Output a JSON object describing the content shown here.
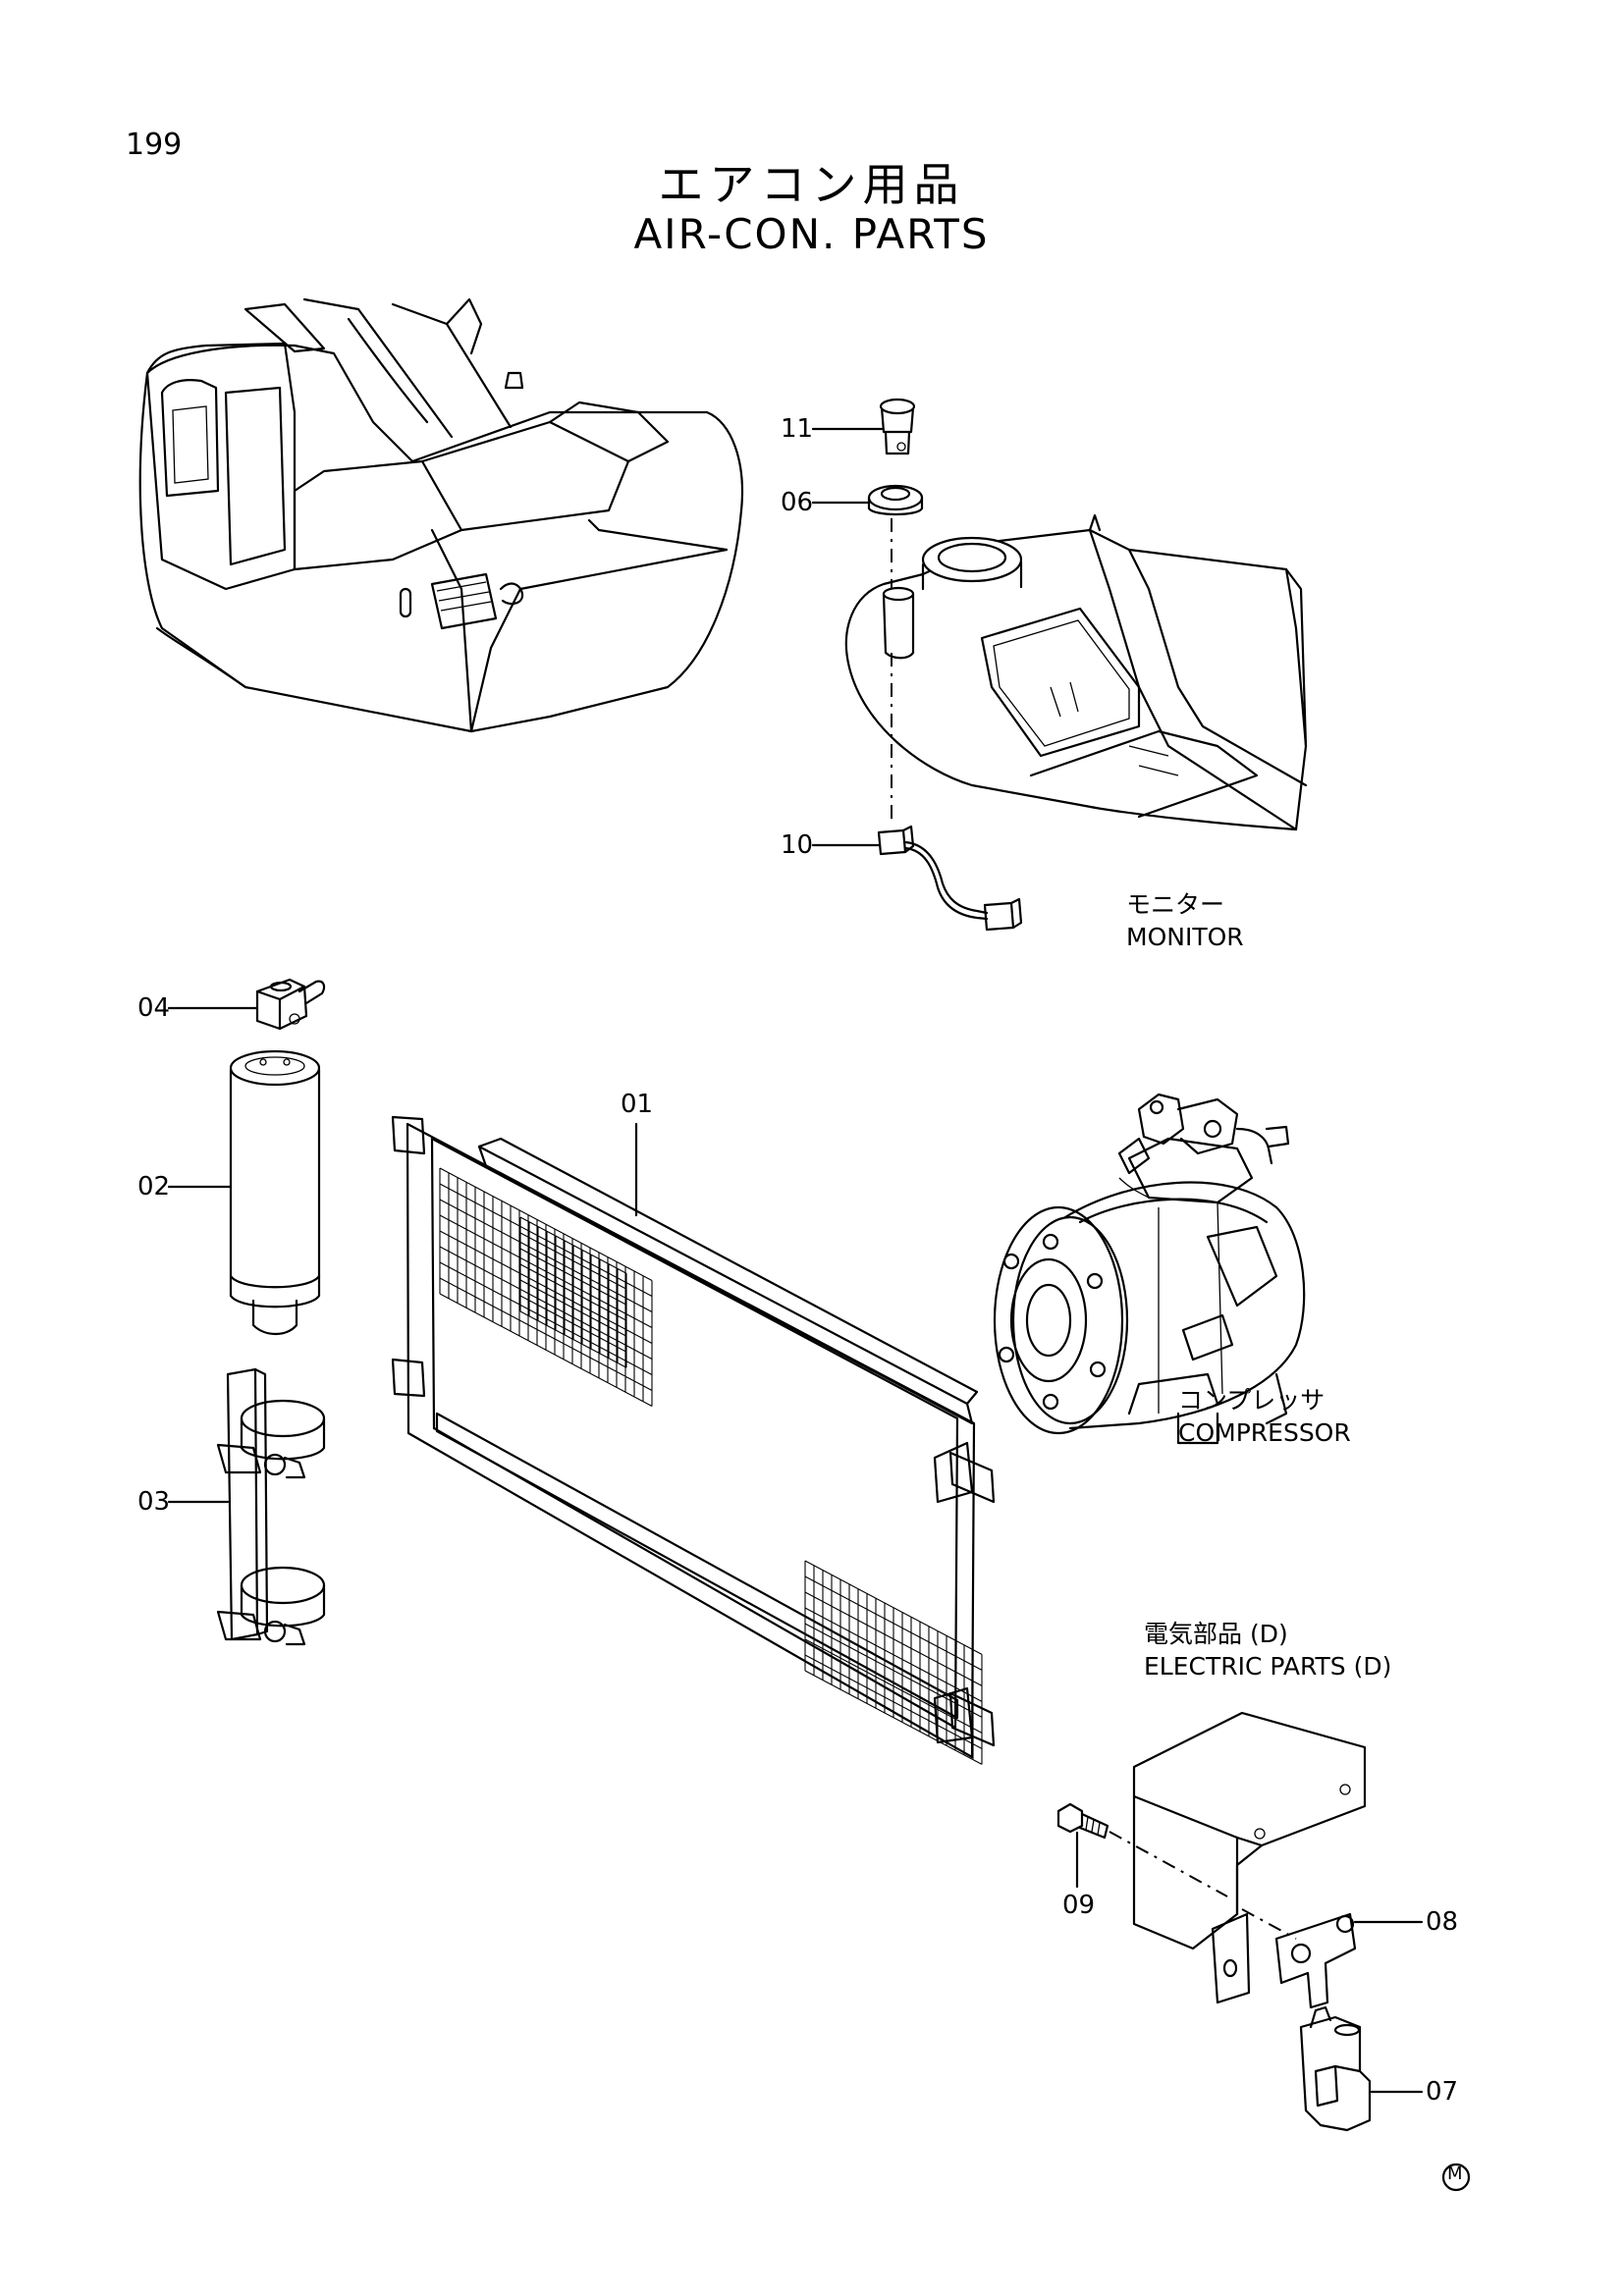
{
  "page_number": "199",
  "title": {
    "japanese": "エアコン用品",
    "english": "AIR-CON. PARTS"
  },
  "callouts": {
    "p01": "01",
    "p02": "02",
    "p03": "03",
    "p04": "04",
    "p06": "06",
    "p07": "07",
    "p08": "08",
    "p09": "09",
    "p10": "10",
    "p11": "11"
  },
  "labels": {
    "monitor_jp": "モニター",
    "monitor_en": "MONITOR",
    "compressor_jp": "コンプレッサ",
    "compressor_en": "COMPRESSOR",
    "electric_jp": "電気部品 (D)",
    "electric_en": "ELECTRIC PARTS (D)"
  },
  "mark": "M"
}
